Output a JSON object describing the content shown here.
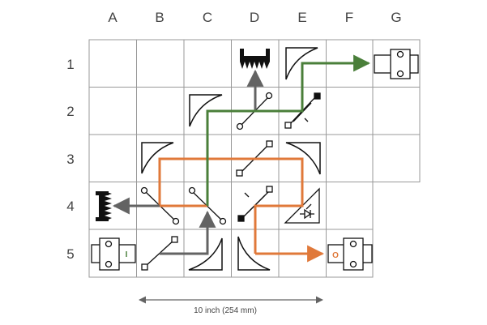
{
  "columns": [
    "A",
    "B",
    "C",
    "D",
    "E",
    "F",
    "G"
  ],
  "rows": [
    "1",
    "2",
    "3",
    "4",
    "5"
  ],
  "scale_label": "10 inch (254 mm)",
  "input_label": "I",
  "output_label": "O",
  "colors": {
    "green_path": "#4a7f3a",
    "orange_path": "#e0793a",
    "gray_path": "#636363",
    "label": "#555555"
  },
  "components": [
    {
      "cell": "D1",
      "type": "comb-target"
    },
    {
      "cell": "E1",
      "type": "mirror-curved"
    },
    {
      "cell": "G1",
      "type": "mount"
    },
    {
      "cell": "C2",
      "type": "mirror-curved"
    },
    {
      "cell": "D2",
      "type": "beam-splitter"
    },
    {
      "cell": "E2",
      "type": "beam-splitter-dark"
    },
    {
      "cell": "B3",
      "type": "mirror-curved"
    },
    {
      "cell": "D3",
      "type": "beam-splitter"
    },
    {
      "cell": "E3",
      "type": "mirror-curved"
    },
    {
      "cell": "A4",
      "type": "comb-target"
    },
    {
      "cell": "B4",
      "type": "beam-splitter"
    },
    {
      "cell": "C4",
      "type": "beam-splitter"
    },
    {
      "cell": "D4",
      "type": "beam-splitter-dark"
    },
    {
      "cell": "E4",
      "type": "diode-prism"
    },
    {
      "cell": "A5",
      "type": "mount-input"
    },
    {
      "cell": "B5",
      "type": "beam-splitter"
    },
    {
      "cell": "C5",
      "type": "mirror-curved"
    },
    {
      "cell": "D5",
      "type": "mirror-curved"
    },
    {
      "cell": "F5",
      "type": "mount-output"
    }
  ]
}
